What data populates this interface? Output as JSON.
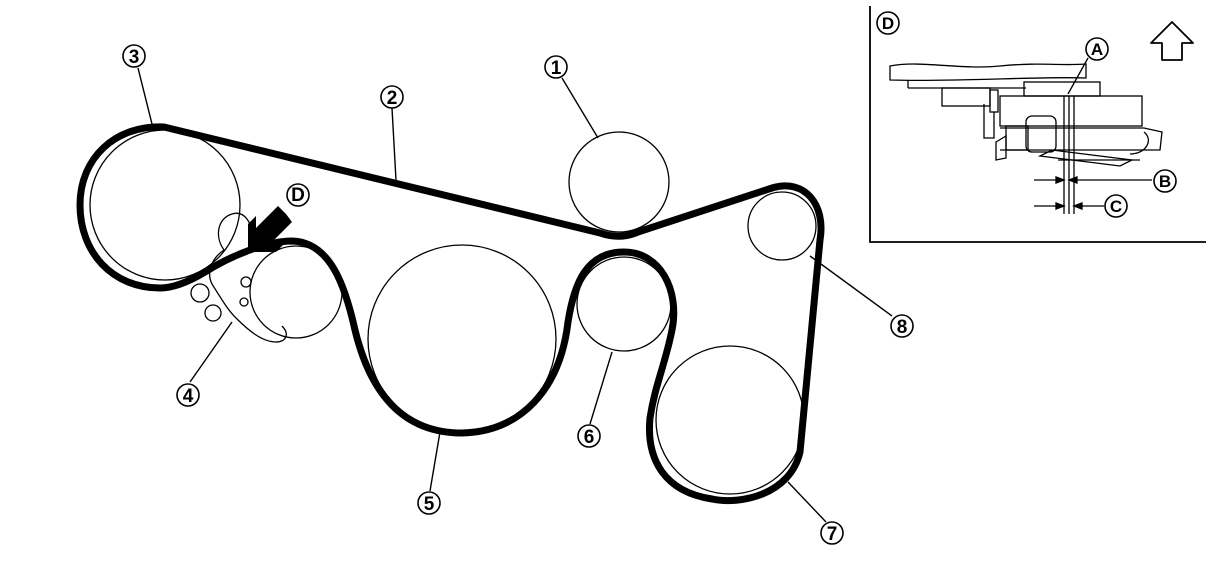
{
  "main_view": {
    "callouts": [
      "1",
      "2",
      "3",
      "4",
      "5",
      "6",
      "7",
      "8"
    ],
    "view_arrow_label": "D"
  },
  "detail_view": {
    "title": "D",
    "labels": {
      "a": "A",
      "b": "B",
      "c": "C"
    },
    "up_arrow_icon": "up-arrow-icon"
  },
  "colors": {
    "ink": "#000000",
    "background": "#ffffff"
  }
}
